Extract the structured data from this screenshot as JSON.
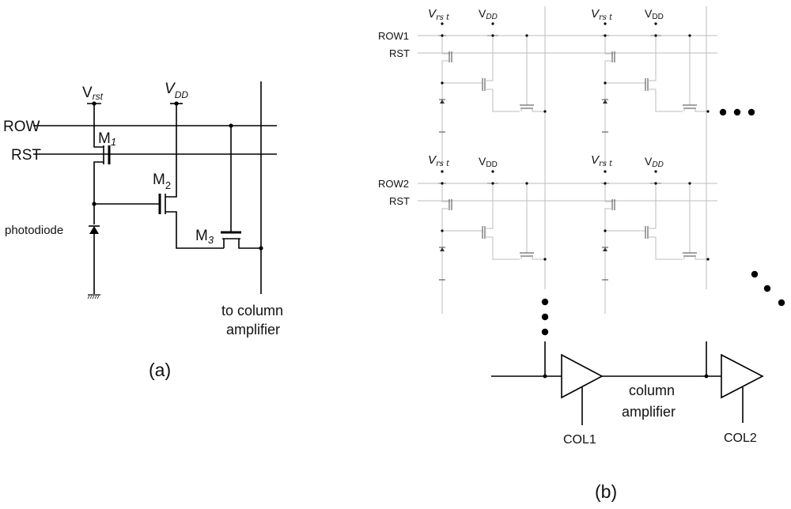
{
  "panel_a": {
    "labels": {
      "vrst_main": "V",
      "vrst_sub": "rst",
      "vdd_main": "V",
      "vdd_sub": "DD",
      "row": "ROW",
      "rst": "RST",
      "m1_main": "M",
      "m1_sub": "1",
      "m2_main": "M",
      "m2_sub": "2",
      "m3_main": "M",
      "m3_sub": "3",
      "photodiode": "photodiode",
      "column_line1": "to column",
      "column_line2": "amplifier",
      "caption": "(a)"
    }
  },
  "panel_b": {
    "row1": "ROW1",
    "rst1": "RST",
    "row2": "ROW2",
    "rst2": "RST",
    "vrst_main": "V",
    "vrst_sub": "rs t",
    "vdd_main": "V",
    "vdd_sub": "DD",
    "amp_line1": "column",
    "amp_line2": "amplifier",
    "col1": "COL1",
    "col2": "COL2",
    "caption": "(b)"
  }
}
